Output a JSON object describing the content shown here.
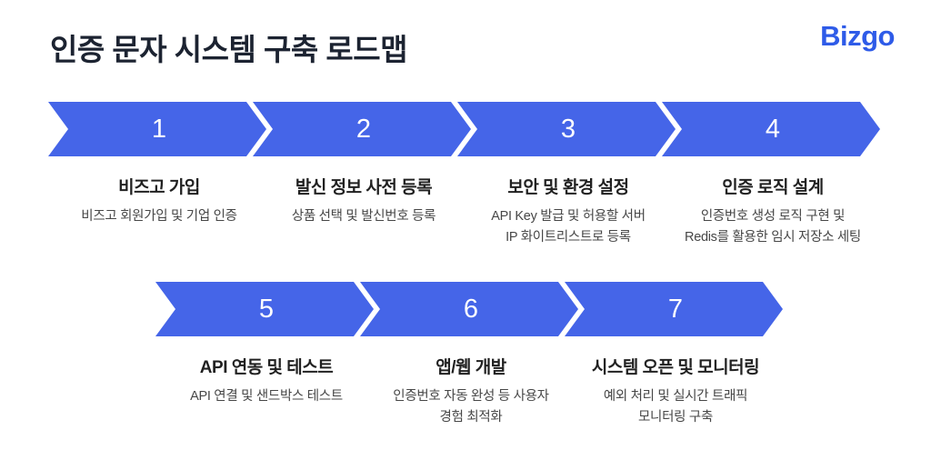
{
  "header": {
    "title": "인증 문자 시스템 구축 로드맵",
    "logo": "Bizgo"
  },
  "colors": {
    "arrow_blue": "#4565e8",
    "logo_blue": "#2e5be8",
    "title_dark": "#1c2331",
    "step_title": "#212121",
    "step_desc": "#474747",
    "number_white": "#ffffff"
  },
  "steps": [
    {
      "number": "1",
      "title": "비즈고 가입",
      "desc": [
        "비즈고 회원가입 및 기업 인증"
      ]
    },
    {
      "number": "2",
      "title": "발신 정보 사전 등록",
      "desc": [
        "상품 선택 및 발신번호 등록"
      ]
    },
    {
      "number": "3",
      "title": "보안 및 환경 설정",
      "desc": [
        "API Key 발급 및 허용할 서버",
        "IP 화이트리스트로 등록"
      ]
    },
    {
      "number": "4",
      "title": "인증 로직 설계",
      "desc": [
        "인증번호 생성 로직 구현 및",
        "Redis를 활용한 임시 저장소 세팅"
      ]
    },
    {
      "number": "5",
      "title": "API 연동 및 테스트",
      "desc": [
        "API 연결 및 샌드박스 테스트"
      ]
    },
    {
      "number": "6",
      "title": "앱/웹 개발",
      "desc": [
        "인증번호 자동 완성 등 사용자",
        "경험 최적화"
      ]
    },
    {
      "number": "7",
      "title": "시스템 오픈 및 모니터링",
      "desc": [
        "예외 처리 및 실시간 트래픽",
        "모니터링 구축"
      ]
    }
  ]
}
